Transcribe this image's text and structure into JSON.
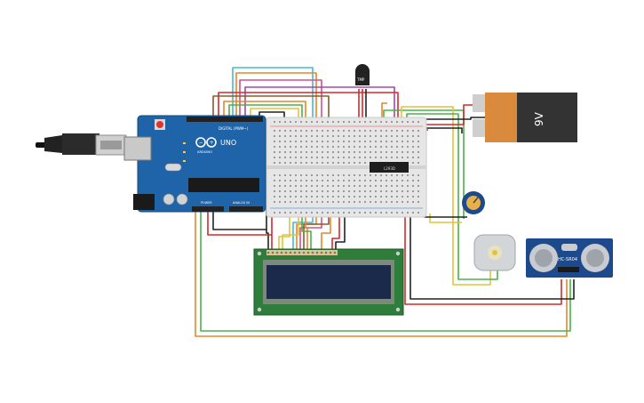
{
  "arduino": {
    "brand": "ARDUINO",
    "model": "UNO",
    "digital_header": "DIGITAL (PWM~)",
    "power_header": "POWER",
    "analog_header": "ANALOG IN"
  },
  "battery": {
    "label": "9V"
  },
  "driver_chip": {
    "label": "L293D"
  },
  "temp_sensor": {
    "label": "TMP"
  },
  "ultrasonic": {
    "label": "HC-SR04"
  },
  "colors": {
    "board": "#1f64a8",
    "breadboard": "#e6e6e6",
    "lcd_frame": "#2f7d3b",
    "lcd_screen": "#1b2a4a",
    "battery_body": "#d98a3d",
    "battery_cap": "#333333",
    "sensor_board": "#1d4a8c",
    "wire_red": "#d42a2a",
    "wire_black": "#222222",
    "wire_yellow": "#e1c43a",
    "wire_green": "#4bb04b",
    "wire_orange": "#e6852c",
    "wire_purple": "#a04aa8",
    "wire_pink": "#d0508e",
    "wire_cyan": "#48b8d0",
    "wire_brown": "#8a5a2c"
  },
  "icons": [
    "usb-plug-icon",
    "potentiometer-knob-icon",
    "dc-motor-icon",
    "reset-button-icon"
  ]
}
